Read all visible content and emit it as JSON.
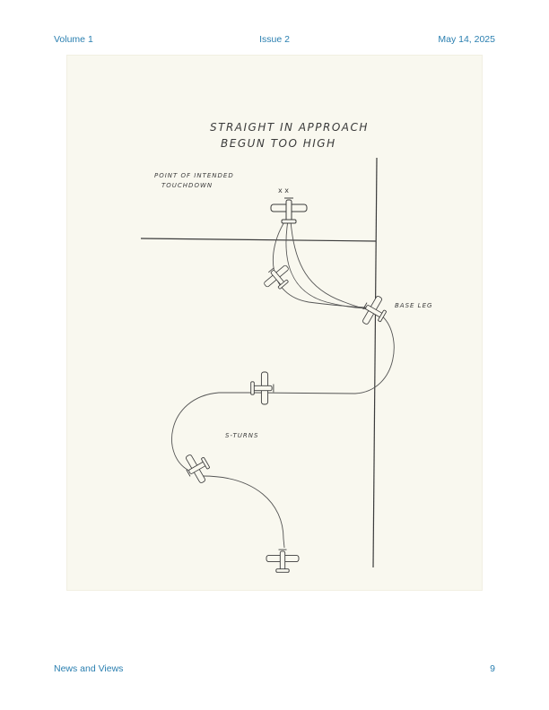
{
  "header": {
    "volume": "Volume 1",
    "issue": "Issue 2",
    "date": "May 14, 2025"
  },
  "figure": {
    "title_line1": "STRAIGHT IN APPROACH",
    "title_line2": "BEGUN TOO HIGH",
    "label_touchdown_line1": "POINT OF INTENDED",
    "label_touchdown_line2": "TOUCHDOWN",
    "label_base_leg": "BASE LEG",
    "label_s_turns": "S-TURNS",
    "touchdown_marks": "x x"
  },
  "footer": {
    "section": "News and Views",
    "page_number": "9"
  },
  "colors": {
    "accent": "#2a7fb0",
    "paper": "#f9f8ef",
    "ink": "#3b3b3b"
  }
}
